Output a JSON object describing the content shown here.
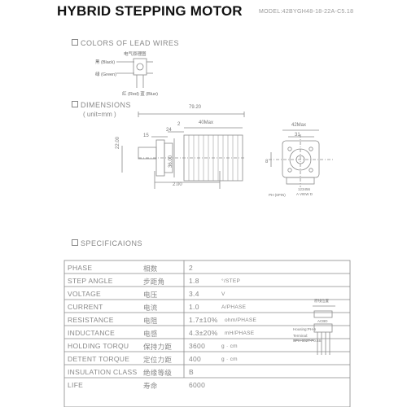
{
  "header": {
    "title": "HYBRID STEPPING MOTOR",
    "model": "MODEL:42BYGH48-18-22A-C5.18"
  },
  "lead_wires": {
    "heading": "COLORS OF LEAD WIRES",
    "diagram_label": "电气原理图",
    "black": "黑 (Black)",
    "green": "绿 (Green)",
    "red_blue": "红 (Red)  蓝 (Blue)"
  },
  "dimensions": {
    "heading": "DIMENSIONS",
    "unit": "( unit=mm )",
    "d_total": "79.20",
    "d_40max": "40Max",
    "d_15": "15",
    "d_24": "24",
    "d_2": "2",
    "d_22": "22.00",
    "d_36": "36.00",
    "d_200": "2.00",
    "d_42max": "42Max",
    "d_31": "31",
    "d_8": "8",
    "conn_label": "PH-(6PIN)",
    "conn_pins": "123456",
    "conn_side": "A  VIEW  D"
  },
  "specs": {
    "heading": "SPECIFICAIONS",
    "rows": [
      {
        "label": "PHASE",
        "cn": "相数",
        "value": "2",
        "unit": ""
      },
      {
        "label": "STEP ANGLE",
        "cn": "步距角",
        "value": "1.8",
        "unit": "°/STEP"
      },
      {
        "label": "VOLTAGE",
        "cn": "电压",
        "value": "3.4",
        "unit": "V"
      },
      {
        "label": "CURRENT",
        "cn": "电流",
        "value": "1.0",
        "unit": "A/PHASE"
      },
      {
        "label": "RESISTANCE",
        "cn": "电阻",
        "value": "1.7±10%",
        "unit": "ohm/PHASE"
      },
      {
        "label": "INDUCTANCE",
        "cn": "电感",
        "value": "4.3±20%",
        "unit": "mH/PHASE"
      },
      {
        "label": "HOLDING TORQU",
        "cn": "保持力距",
        "value": "3600",
        "unit": "g · cm"
      },
      {
        "label": "DETENT TORQUE",
        "cn": "定位力距",
        "value": "400",
        "unit": "g · cm"
      },
      {
        "label": "INSULATION CLASS",
        "cn": "绝缘等级",
        "value": "B",
        "unit": ""
      },
      {
        "label": "LIFE",
        "cn": "寿命",
        "value": "6000",
        "unit": ""
      }
    ]
  },
  "wiring_block": {
    "title": "原线位置",
    "code": "ACBD",
    "housing": "Housing:PH-6",
    "terminal": "Terminal:",
    "terminal_code": "SPH-002T-P0.5S"
  },
  "colors": {
    "line": "#8a8a8a",
    "dark": "#111111"
  }
}
